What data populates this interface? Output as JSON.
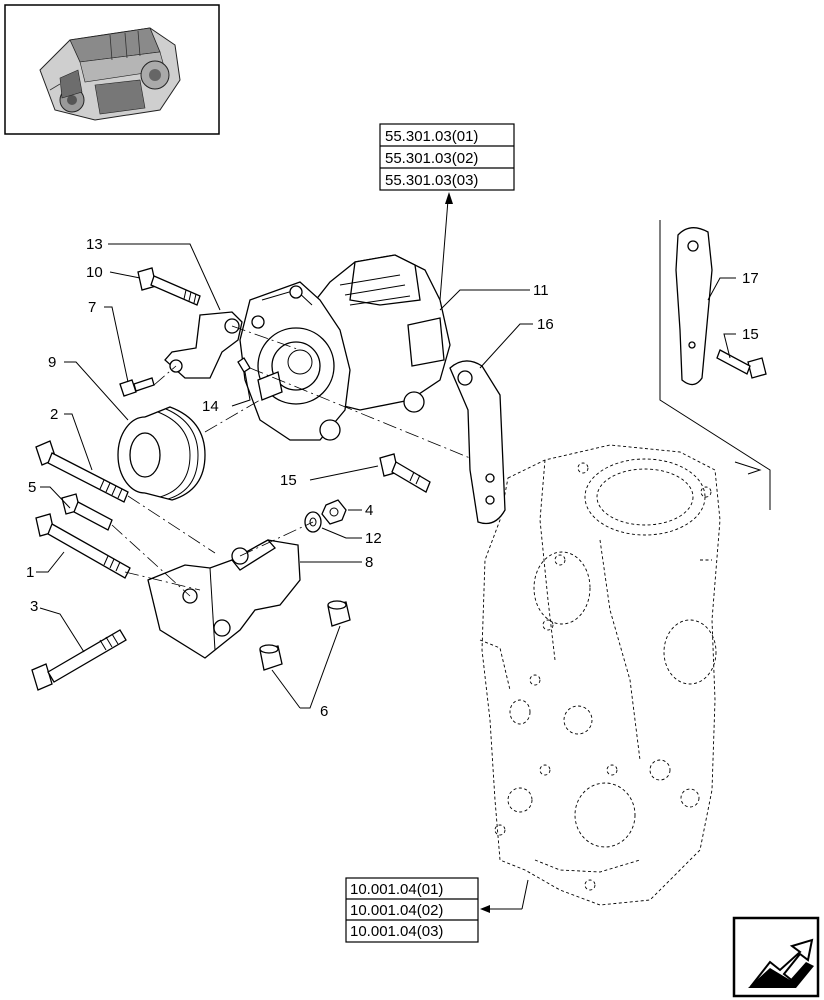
{
  "callouts": {
    "c1": "1",
    "c2": "2",
    "c3": "3",
    "c4": "4",
    "c5": "5",
    "c6": "6",
    "c7": "7",
    "c8": "8",
    "c9": "9",
    "c10": "10",
    "c11": "11",
    "c12": "12",
    "c13": "13",
    "c14": "14",
    "c15a": "15",
    "c15b": "15",
    "c16": "16",
    "c17": "17"
  },
  "refs_top": [
    "55.301.03(01)",
    "55.301.03(02)",
    "55.301.03(03)"
  ],
  "refs_bottom": [
    "10.001.04(01)",
    "10.001.04(02)",
    "10.001.04(03)"
  ],
  "icons": {
    "thumbnail": "engine-thumbnail-icon",
    "nav": "next-page-arrow-icon"
  }
}
